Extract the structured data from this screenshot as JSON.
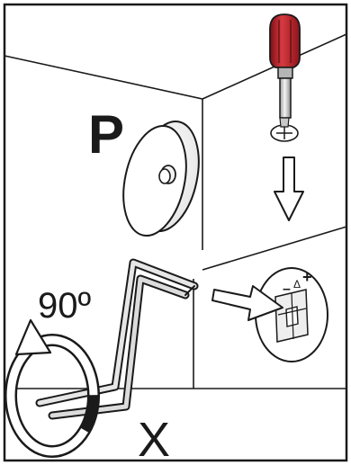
{
  "labels": {
    "part_p": "P",
    "part_x": "X",
    "rotation_angle": "90º"
  },
  "icons": {
    "screwdriver": "screwdriver-icon",
    "down_arrow": "arrow-down-icon",
    "insert_arrow": "arrow-right-icon",
    "rotate_arrow": "rotate-arrow-icon",
    "screw_head": "screw-head-icon",
    "cap": "cover-cap-icon",
    "bracket": "wire-bracket-icon"
  },
  "screw_marks": {
    "minus": "–",
    "delta": "Δ",
    "plus": "+"
  },
  "colors": {
    "line": "#1a1a1a",
    "handle_red": "#c8262e",
    "handle_dark": "#8f141b",
    "paper": "#ffffff",
    "metal": "#d9d9d9"
  }
}
